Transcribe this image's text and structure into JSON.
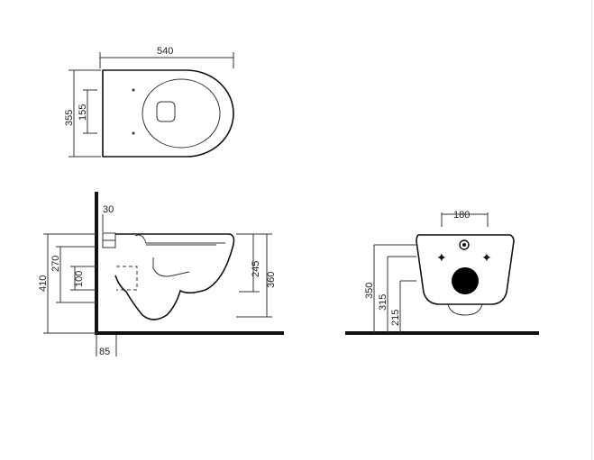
{
  "drawing": {
    "top_view": {
      "width": "540",
      "depth": "355",
      "seat_offset": "155"
    },
    "side_view": {
      "height_total": "410",
      "height_inlet": "270",
      "height_outlet": "100",
      "height_bowl_top": "245",
      "height_rim": "360",
      "wall_gap": "30",
      "floor_offset": "85"
    },
    "front_view": {
      "bolt_spacing": "180",
      "height_350": "350",
      "height_315": "315",
      "height_215": "215"
    }
  }
}
